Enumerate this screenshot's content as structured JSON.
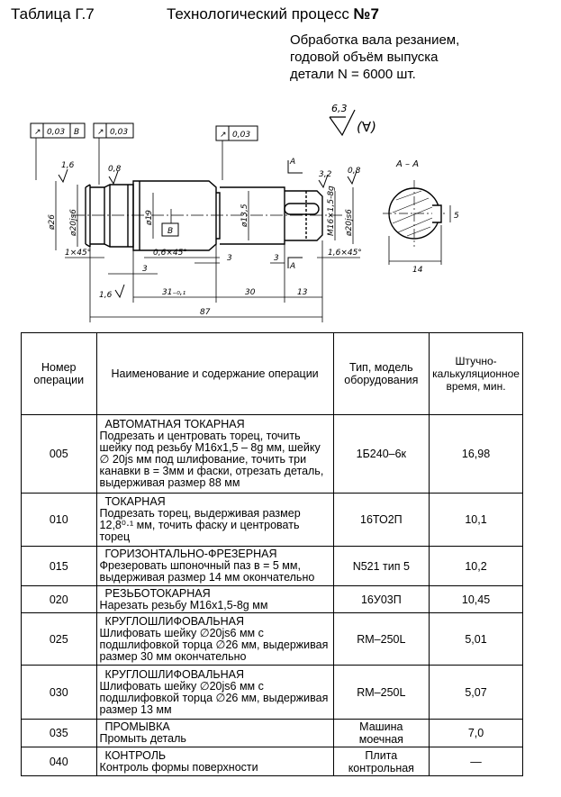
{
  "header": {
    "table_label": "Таблица Г.7",
    "process_title_prefix": "Технологический процесс ",
    "process_number": "№7",
    "subtitle_lines": [
      "Обработка вала резанием,",
      "годовой объём выпуска",
      "детали N = 6000 шт."
    ]
  },
  "drawing": {
    "tolerance_frames": [
      {
        "symbol": "↗",
        "value": "0,03",
        "datum": "B"
      },
      {
        "symbol": "↗",
        "value": "0,03",
        "datum": ""
      },
      {
        "symbol": "↗",
        "value": "0,03",
        "datum": ""
      }
    ],
    "roughness_main": "6,3",
    "roughness_note": "(∀)",
    "roughness_marks": [
      "1,6",
      "0,8",
      "3,2",
      "0,8",
      "1,6"
    ],
    "datum_label": "B",
    "section_marker": "А",
    "section_label": "А – А",
    "dimensions": {
      "d26": "ø26",
      "d20js6_left": "ø20js6",
      "d19": "ø19",
      "d13_5": "ø13,5",
      "thread": "M16×1,5-8g",
      "d20js6_right": "ø20js6",
      "chamfer_left": "1×45°",
      "chamfer_mid": "0,6×45°",
      "chamfer_right": "1,6×45°",
      "groove_left": "3",
      "groove_mid": "3",
      "groove_right": "3",
      "len_31": "31₋₀,₁",
      "len_30": "30",
      "len_13": "13",
      "len_87": "87",
      "section_14": "14",
      "section_5": "5"
    }
  },
  "table": {
    "headers": {
      "number": "Номер операции",
      "name": "Наименование и содержание операции",
      "equipment": "Тип, модель оборудования",
      "time": "Штучно-калькуляционное время, мин."
    },
    "rows": [
      {
        "number": "005",
        "title": "АВТОМАТНАЯ ТОКАРНАЯ",
        "text": "Подрезать и центровать торец, точить шейку под резьбу М16х1,5 – 8g мм, шейку ∅ 20js мм под шлифование, точить три канавки в = 3мм и фаски, отрезать деталь, выдерживая размер 88 мм",
        "equipment": "1Б240–6к",
        "time": "16,98"
      },
      {
        "number": "010",
        "title": "ТОКАРНАЯ",
        "text": "Подрезать торец, выдерживая размер 12,8⁰·¹ мм, точить фаску и центровать торец",
        "equipment": "16ТО2П",
        "time": "10,1"
      },
      {
        "number": "015",
        "title": "ГОРИЗОНТАЛЬНО-ФРЕЗЕРНАЯ",
        "text": "Фрезеровать шпоночный паз в = 5 мм, выдерживая размер 14 мм окончательно",
        "equipment": "N521 тип 5",
        "time": "10,2"
      },
      {
        "number": "020",
        "title": "РЕЗЬБОТОКАРНАЯ",
        "text": "Нарезать резьбу М16х1,5-8g мм",
        "equipment": "16У03П",
        "time": "10,45"
      },
      {
        "number": "025",
        "title": "КРУГЛОШЛИФОВАЛЬНАЯ",
        "text": "Шлифовать шейку ∅20js6 мм с подшлифовкой торца ∅26 мм, выдерживая размер 30 мм окончательно",
        "equipment": "RM–250L",
        "time": "5,01"
      },
      {
        "number": "030",
        "title": "КРУГЛОШЛИФОВАЛЬНАЯ",
        "text": "Шлифовать шейку ∅20js6 мм с подшлифовкой торца ∅26 мм, выдерживая размер 13 мм",
        "equipment": "RM–250L",
        "time": "5,07"
      },
      {
        "number": "035",
        "title": "ПРОМЫВКА",
        "text": "Промыть деталь",
        "equipment": "Машина моечная",
        "time": "7,0"
      },
      {
        "number": "040",
        "title": "КОНТРОЛЬ",
        "text": "Контроль формы поверхности",
        "equipment": "Плита контрольная",
        "time": "—"
      }
    ]
  }
}
